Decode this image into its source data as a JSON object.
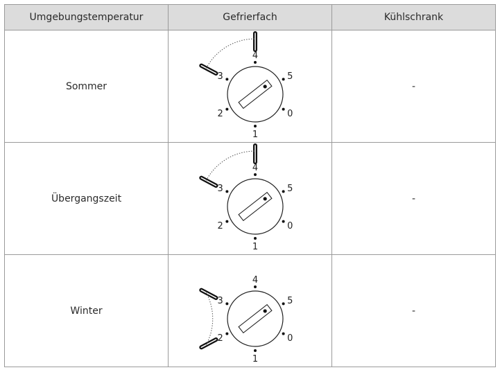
{
  "table": {
    "headers": [
      "Umgebungstemperatur",
      "Gefrierfach",
      "Kühlschrank"
    ],
    "rows": [
      {
        "label": "Sommer",
        "fridge": "-",
        "pointer_setting": 3,
        "arrow_range": [
          3,
          4
        ]
      },
      {
        "label": "Übergangszeit",
        "fridge": "-",
        "pointer_setting": 3,
        "arrow_range": [
          3,
          4
        ]
      },
      {
        "label": "Winter",
        "fridge": "-",
        "pointer_setting": 3,
        "arrow_range": [
          2,
          3
        ]
      }
    ],
    "dial_labels": [
      "0",
      "1",
      "2",
      "3",
      "4",
      "5"
    ]
  }
}
